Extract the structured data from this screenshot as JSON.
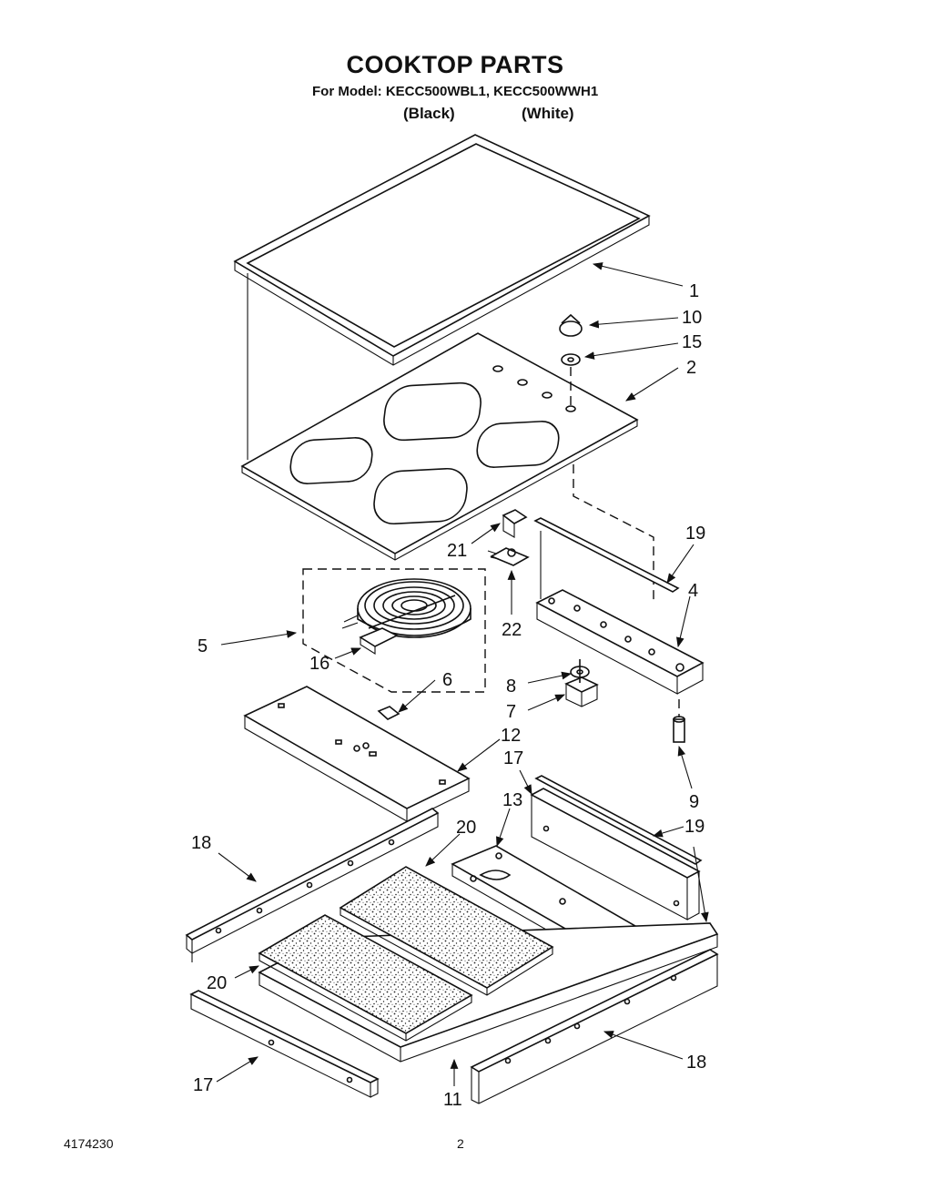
{
  "title": "COOKTOP PARTS",
  "model_line": "For Model: KECC500WBL1, KECC500WWH1",
  "color_black": "(Black)",
  "color_white": "(White)",
  "doc_number": "4174230",
  "page_number": "2",
  "callouts": {
    "c1": "1",
    "c10": "10",
    "c15": "15",
    "c2": "2",
    "c19a": "19",
    "c4": "4",
    "c21": "21",
    "c22": "22",
    "c5": "5",
    "c16": "16",
    "c6": "6",
    "c8": "8",
    "c7": "7",
    "c12": "12",
    "c17a": "17",
    "c13": "13",
    "c9": "9",
    "c19b": "19",
    "c18a": "18",
    "c20a": "20",
    "c20b": "20",
    "c17b": "17",
    "c11": "11",
    "c18b": "18"
  }
}
